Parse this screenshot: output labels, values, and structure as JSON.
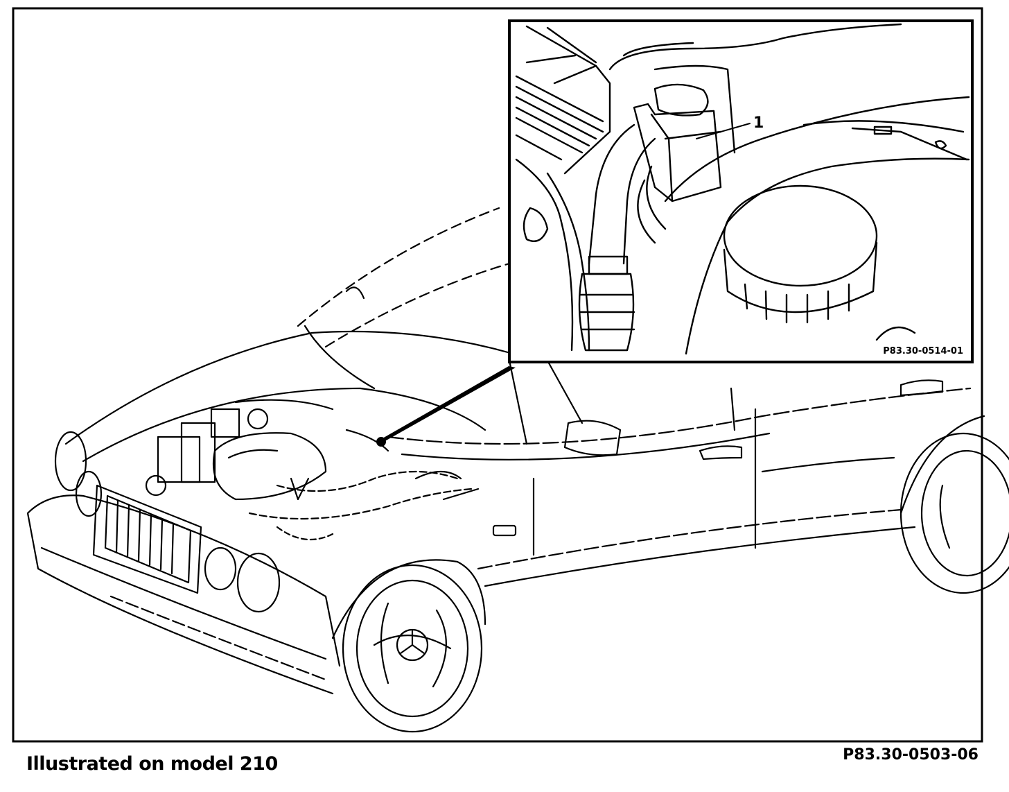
{
  "caption": "Illustrated on model 210",
  "figure_ref": "P83.30-0503-06",
  "inset": {
    "ref": "P83.30-0514-01",
    "callout_label": "1"
  }
}
